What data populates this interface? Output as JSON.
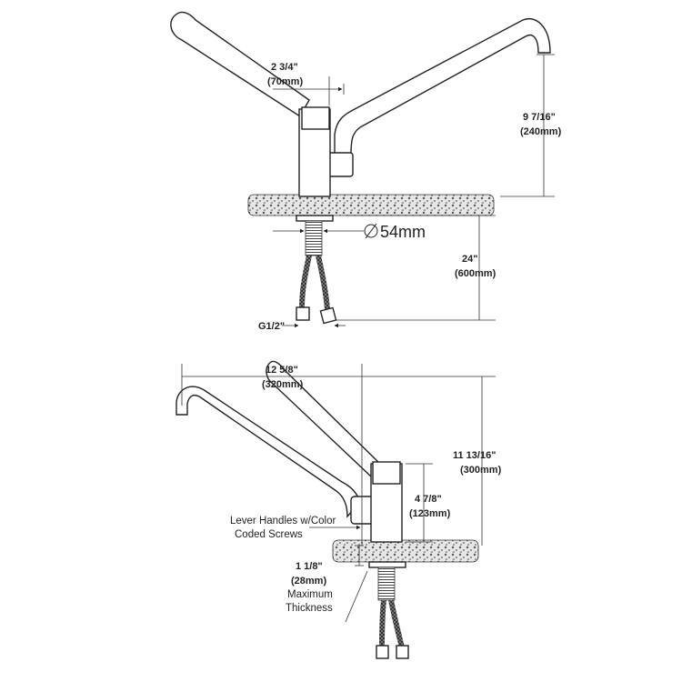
{
  "top_view": {
    "dim_handle_width": "2 3/4\"",
    "dim_handle_width_mm": "(70mm)",
    "dim_spout_height": "9 7/16\"",
    "dim_spout_height_mm": "(240mm)",
    "dim_bore": "54mm",
    "dim_hose_length": "24\"",
    "dim_hose_length_mm": "(600mm)",
    "dim_connection": "G1/2\""
  },
  "bottom_view": {
    "dim_spout_reach": "12 5/8\"",
    "dim_spout_reach_mm": "(320mm)",
    "dim_total_height": "11 13/16\"",
    "dim_total_height_mm": "(300mm)",
    "dim_body_height": "4 7/8\"",
    "dim_body_height_mm": "(123mm)",
    "note_lever_line1": "Lever Handles w/Color",
    "note_lever_line2": "Coded Screws",
    "dim_thickness": "1 1/8\"",
    "dim_thickness_mm": "(28mm)",
    "note_thickness_line1": "Maximum",
    "note_thickness_line2": "Thickness"
  },
  "colors": {
    "line": "#222222",
    "granite": "#bfbfbf"
  }
}
